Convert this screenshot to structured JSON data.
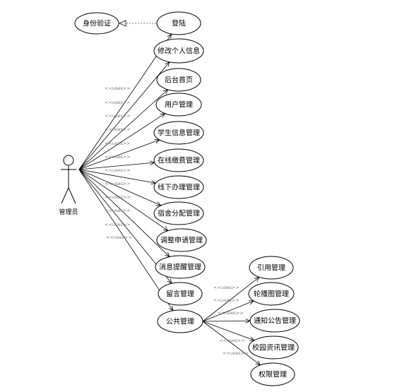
{
  "actor": {
    "label": "管理员"
  },
  "auth_usecase": {
    "label": "身份验证"
  },
  "stereotype": "<<uses>>",
  "main_usecases": [
    {
      "label": "登陆"
    },
    {
      "label": "修改个人信息"
    },
    {
      "label": "后台首页"
    },
    {
      "label": "用户管理"
    },
    {
      "label": "学生信息管理"
    },
    {
      "label": "在线缴费管理"
    },
    {
      "label": "线下办理管理"
    },
    {
      "label": "宿舍分配管理"
    },
    {
      "label": "调整申请管理"
    },
    {
      "label": "消息提醒管理"
    },
    {
      "label": "留言管理"
    },
    {
      "label": "公共管理"
    }
  ],
  "public_sub_usecases": [
    {
      "label": "引用管理"
    },
    {
      "label": "轮播图管理"
    },
    {
      "label": "通知公告管理"
    },
    {
      "label": "校园资讯管理"
    },
    {
      "label": "权限管理"
    }
  ]
}
